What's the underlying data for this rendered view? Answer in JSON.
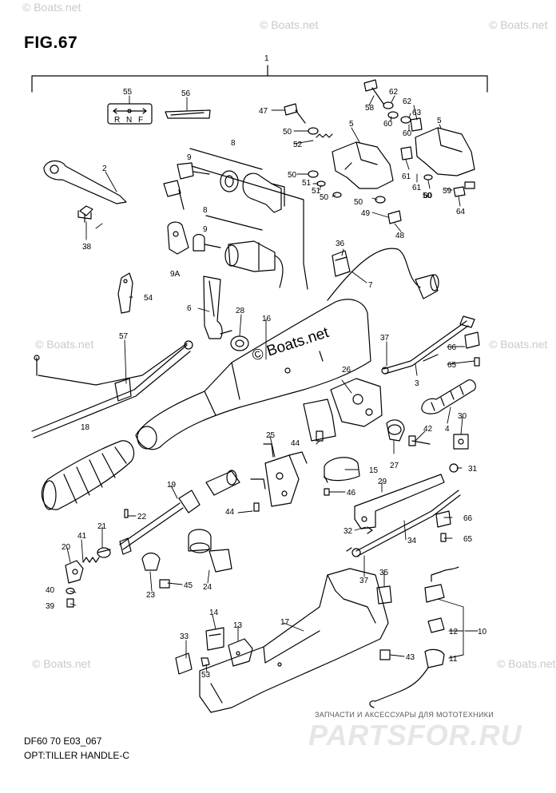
{
  "figure": {
    "title": "FIG.67",
    "footer_code": "DF60 70 E03_067",
    "footer_caption": "OPT:TILLER HANDLE-C"
  },
  "watermark": {
    "text": "© Boats.net"
  },
  "shop": {
    "tagline": "ЗАПЧАСТИ И АКСЕССУАРЫ ДЛЯ МОТОТЕХНИКИ",
    "logo": "PARTSFOR.RU"
  },
  "shift_plate_letters": [
    "R",
    "N",
    "F"
  ],
  "callouts": [
    "1",
    "2",
    "3",
    "4",
    "5",
    "5",
    "6",
    "7",
    "8",
    "8",
    "9",
    "9",
    "9A",
    "10",
    "11",
    "12",
    "13",
    "14",
    "15",
    "16",
    "17",
    "18",
    "19",
    "20",
    "21",
    "22",
    "23",
    "24",
    "25",
    "26",
    "27",
    "28",
    "29",
    "30",
    "31",
    "32",
    "33",
    "34",
    "35",
    "36",
    "37",
    "37",
    "38",
    "39",
    "40",
    "41",
    "42",
    "43",
    "44",
    "44",
    "45",
    "46",
    "47",
    "48",
    "49",
    "50",
    "50",
    "50",
    "50",
    "50",
    "51",
    "51",
    "52",
    "53",
    "54",
    "55",
    "56",
    "57",
    "58",
    "59",
    "60",
    "60",
    "60",
    "61",
    "61",
    "62",
    "62",
    "63",
    "64",
    "65",
    "65",
    "66",
    "66"
  ]
}
